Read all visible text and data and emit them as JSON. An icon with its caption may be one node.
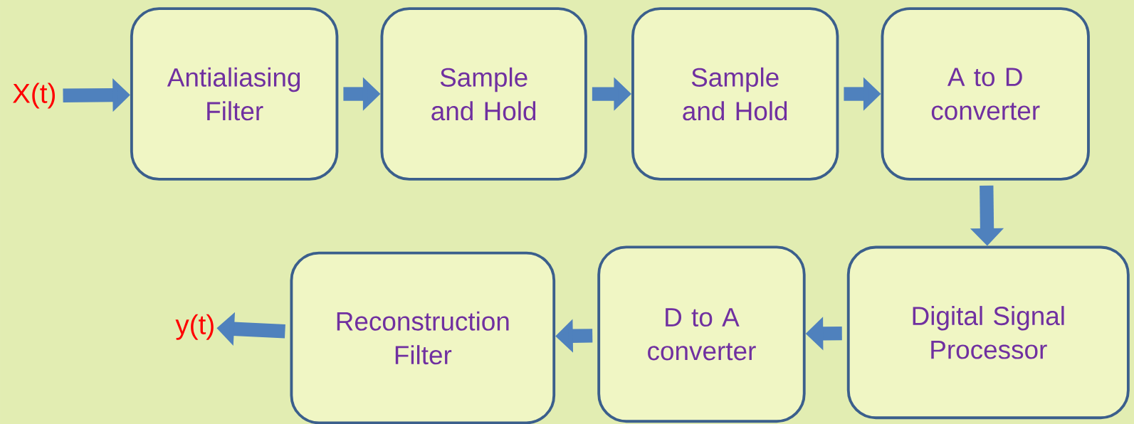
{
  "diagram": {
    "nodes": [
      {
        "text": [
          "X(t)"
        ]
      },
      {
        "text": [
          "Antialiasing Filter"
        ]
      },
      {
        "text": [
          "Sample and Hold"
        ]
      },
      {
        "text": [
          "Sample and Hold"
        ]
      },
      {
        "text": [
          "A to D converter"
        ]
      },
      {
        "text": [
          "Digital Signal Processor"
        ]
      },
      {
        "text": [
          "D to A converter"
        ]
      },
      {
        "text": [
          "Reconstruction Filter"
        ]
      },
      {
        "text": [
          "y(t)"
        ]
      }
    ],
    "edges": [
      {
        "from": 0,
        "to": 1,
        "arrow": "to"
      },
      {
        "from": 1,
        "to": 2,
        "arrow": "to"
      },
      {
        "from": 2,
        "to": 3,
        "arrow": "to"
      },
      {
        "from": 3,
        "to": 4,
        "arrow": "to"
      },
      {
        "from": 4,
        "to": 5,
        "arrow": "to"
      },
      {
        "from": 5,
        "to": 6,
        "arrow": "to"
      },
      {
        "from": 6,
        "to": 7,
        "arrow": "to"
      },
      {
        "from": 7,
        "to": 8,
        "arrow": "to"
      }
    ]
  }
}
